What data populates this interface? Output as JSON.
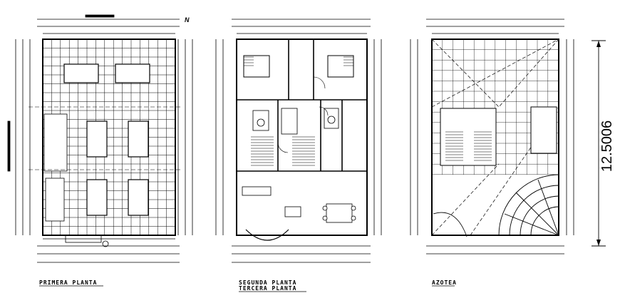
{
  "drawing": {
    "north_label": "N",
    "overall_dimension": "12.5006",
    "plans": [
      {
        "id": "primera",
        "labels": [
          "PRIMERA PLANTA"
        ]
      },
      {
        "id": "segunda",
        "labels": [
          "SEGUNDA PLANTA",
          "TERCERA PLANTA"
        ]
      },
      {
        "id": "azotea",
        "labels": [
          "AZOTEA"
        ]
      }
    ]
  },
  "colors": {
    "line": "#000000",
    "background": "#ffffff"
  }
}
